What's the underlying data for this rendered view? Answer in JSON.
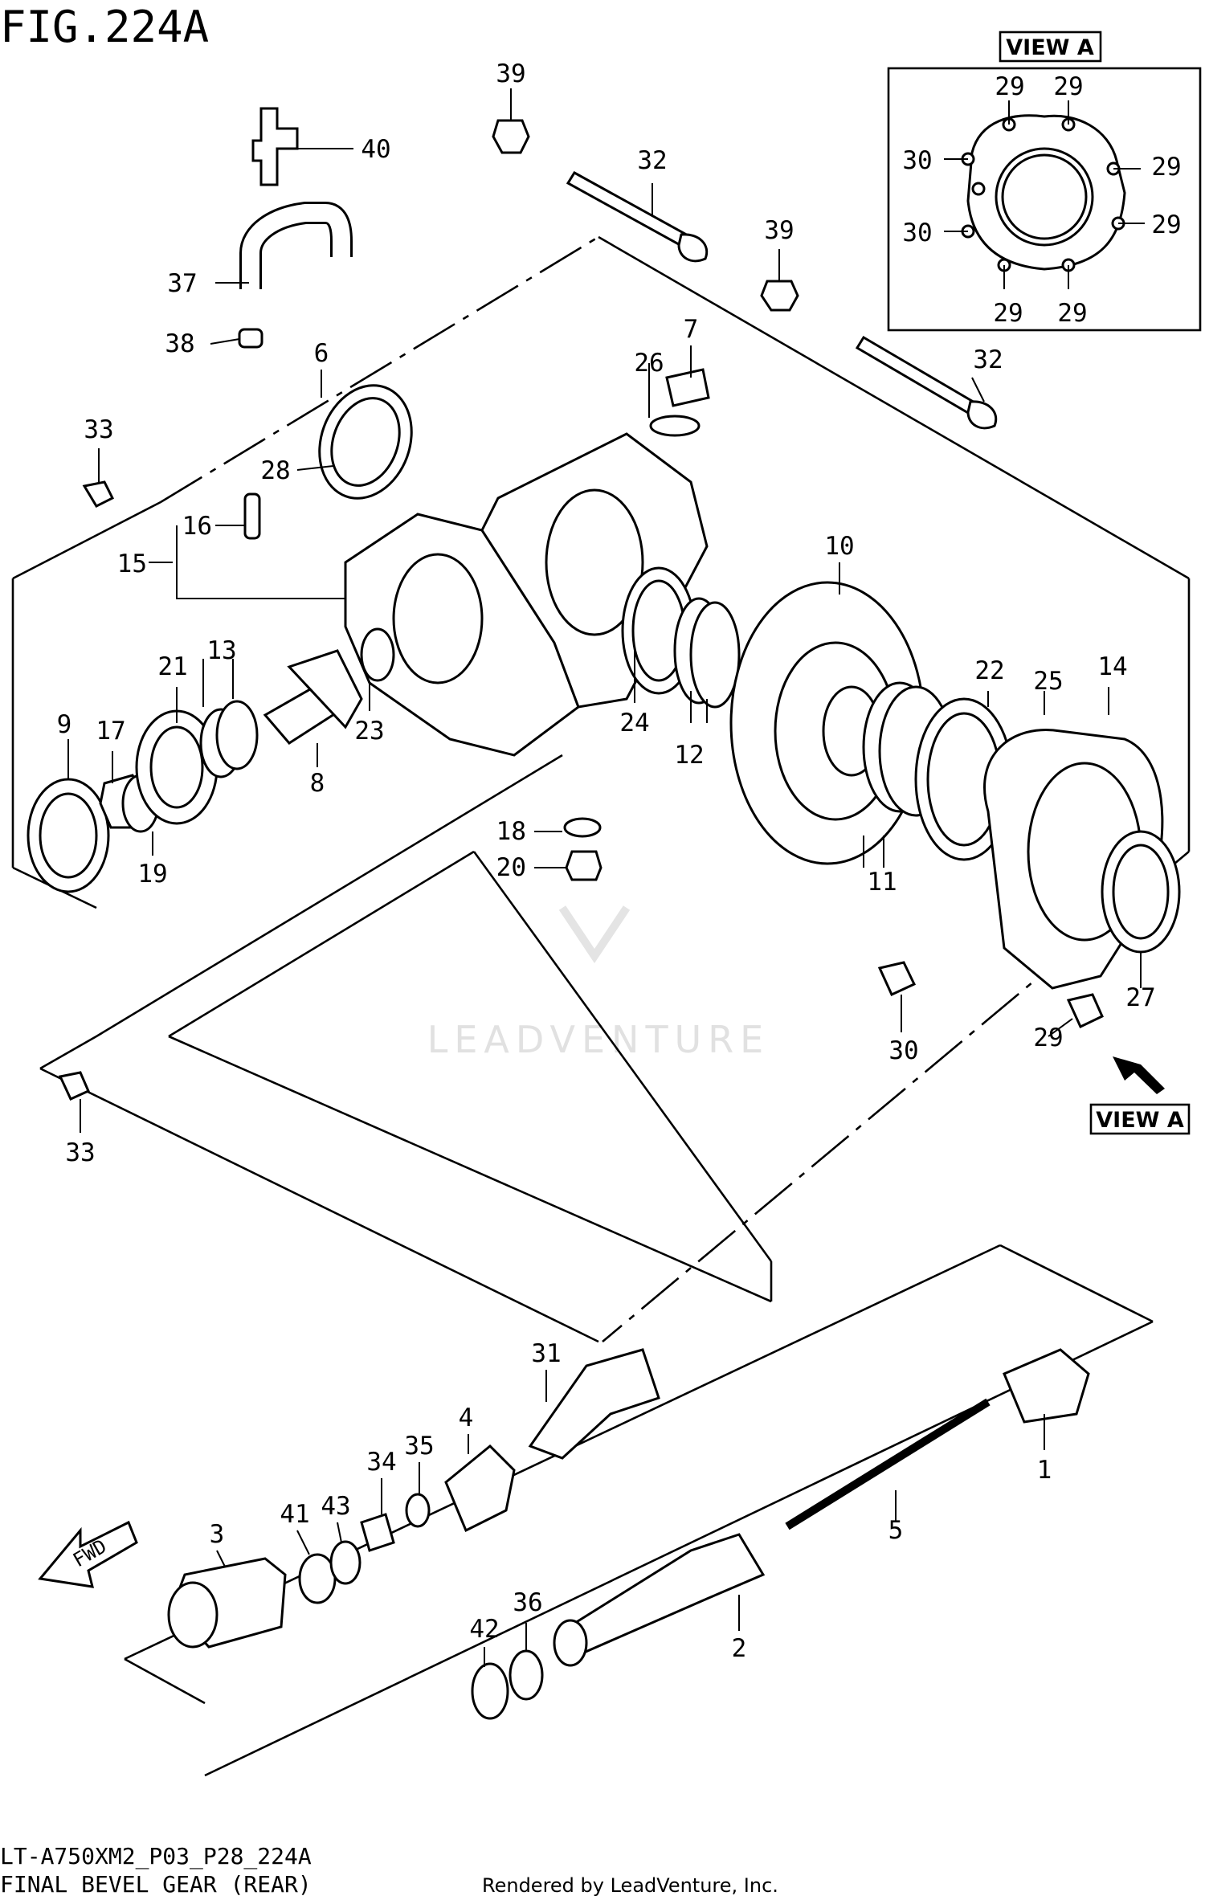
{
  "figure": {
    "title": "FIG.224A",
    "code": "LT-A750XM2_P03_P28_224A",
    "name": "FINAL BEVEL GEAR (REAR)",
    "credit": "Rendered by LeadVenture, Inc.",
    "watermark": "LEADVENTURE"
  },
  "view_a": {
    "label": "VIEW A",
    "callout_label": "VIEW A",
    "labels": [
      "29",
      "29",
      "30",
      "29",
      "30",
      "29",
      "29",
      "29"
    ]
  },
  "fwd_arrow": {
    "label": "FWD"
  },
  "callouts": {
    "c39a": "39",
    "c32a": "32",
    "c40": "40",
    "c37": "37",
    "c38": "38",
    "c39b": "39",
    "c7": "7",
    "c26": "26",
    "c32b": "32",
    "c6": "6",
    "c33a": "33",
    "c28": "28",
    "c16": "16",
    "c15": "15",
    "c10": "10",
    "c21": "21",
    "c13": "13",
    "c9": "9",
    "c17": "17",
    "c23": "23",
    "c24": "24",
    "c22": "22",
    "c25": "25",
    "c14": "14",
    "c8": "8",
    "c12": "12",
    "c19": "19",
    "c18": "18",
    "c20": "20",
    "c11": "11",
    "c27": "27",
    "c30": "30",
    "c29": "29",
    "c33b": "33",
    "c31": "31",
    "c4": "4",
    "c35": "35",
    "c34": "34",
    "c43": "43",
    "c41": "41",
    "c3": "3",
    "c1": "1",
    "c5": "5",
    "c36": "36",
    "c42": "42",
    "c2": "2"
  }
}
